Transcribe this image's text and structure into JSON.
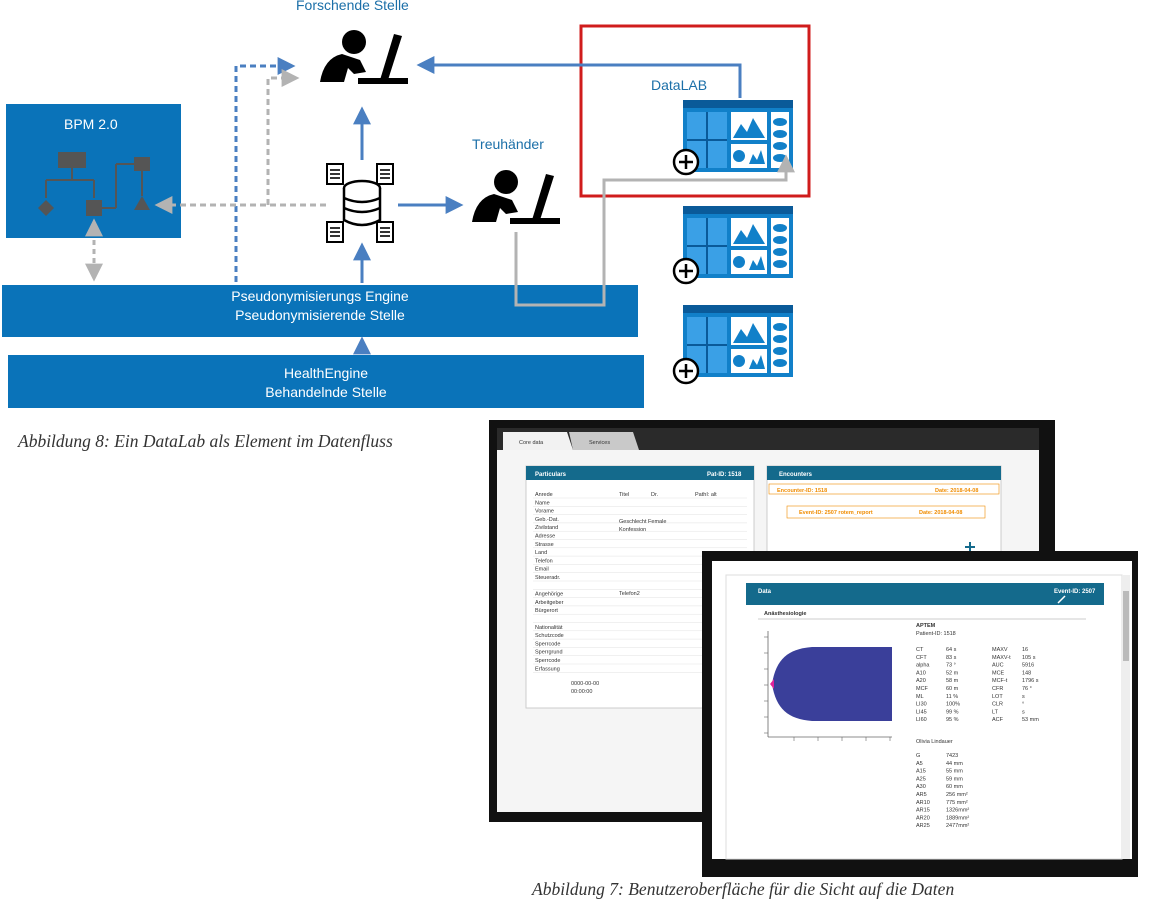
{
  "diagram": {
    "forschende_label": "Forschende Stelle",
    "treuhaender_label": "Treuhänder",
    "datalab_label": "DataLAB",
    "bpm_label": "BPM 2.0",
    "pseudo_line1": "Pseudonymisierungs Engine",
    "pseudo_line2": "Pseudonymisierende Stelle",
    "health_line1": "HealthEngine",
    "health_line2": "Behandelnde Stelle"
  },
  "captions": {
    "fig8": "Abbildung 8: Ein DataLab als Element im Datenfluss",
    "fig7": "Abbildung 7: Benutzeroberfläche für die Sicht auf die Daten"
  },
  "screen1": {
    "tab_core": "Core data",
    "tab_services": "Services",
    "particulars_title": "Particulars",
    "pat_id": "Pat-ID: 1518",
    "encounters_title": "Encounters",
    "encounter_id": "Encounter-ID: 1518",
    "encounter_date": "Date: 2018-04-08",
    "event_id": "Event-ID: 2507   rotem_report",
    "event_date": "Date: 2018-04-08",
    "rows": [
      "Anrede",
      "Name",
      "Vorame",
      "Geb.-Dat.",
      "Zivilstand",
      "Adresse",
      "Strasse",
      "Land",
      "Telefon",
      "Email",
      "Steueradr.",
      "",
      "Angehörige",
      "Arbeitgeber",
      "Bürgerort",
      "",
      "Nationalität",
      "Schutzcode",
      "Sperrcode",
      "Sperrgrund",
      "Sperrcode",
      "Erfassung"
    ],
    "titel": "Titel",
    "dr": "Dr.",
    "pathi": "PathI: alt",
    "geschlecht": "Geschlecht  Female",
    "konfession": "Konfession",
    "telefon2": "Telefon2",
    "erfassung_val": "0000-00-00",
    "erfassung_time": "00:00:00"
  },
  "screen2": {
    "data_title": "Data",
    "event_id": "Event-ID: 2507",
    "section": "Anästhesiologie",
    "aptem": "APTEM",
    "patient_id": "Patient-ID: 1518",
    "metrics_left": [
      [
        "CT",
        "64 s"
      ],
      [
        "CFT",
        "83 s"
      ],
      [
        "alpha",
        "73 °"
      ],
      [
        "A10",
        "52 m"
      ],
      [
        "A20",
        "58 m"
      ],
      [
        "MCF",
        "60 m"
      ],
      [
        "ML",
        "11 %"
      ],
      [
        "LI30",
        "100%"
      ],
      [
        "LI45",
        "99 %"
      ],
      [
        "LI60",
        "95 %"
      ]
    ],
    "metrics_right": [
      [
        "MAXV",
        "16"
      ],
      [
        "MAXV-t",
        "105 s"
      ],
      [
        "AUC",
        "5916"
      ],
      [
        "MCE",
        "148"
      ],
      [
        "MCF-t",
        "1796 s"
      ],
      [
        "CFR",
        "76 °"
      ],
      [
        "LOT",
        "s"
      ],
      [
        "CLR",
        "°"
      ],
      [
        "LT",
        "s"
      ],
      [
        "ACF",
        "53 mm"
      ]
    ],
    "person": "Olivia Lindauer",
    "metrics_lower": [
      [
        "G",
        "7423"
      ],
      [
        "A5",
        "44 mm"
      ],
      [
        "A15",
        "55 mm"
      ],
      [
        "A25",
        "59 mm"
      ],
      [
        "A30",
        "60 mm"
      ],
      [
        "AR5",
        "256 mm²"
      ],
      [
        "AR10",
        "775 mm²"
      ],
      [
        "AR15",
        "1326mm²"
      ],
      [
        "AR20",
        "1889mm²"
      ],
      [
        "AR25",
        "2477mm²"
      ]
    ]
  },
  "colors": {
    "diagram_blue": "#0a73b9",
    "arrow_blue": "#4a7fc1",
    "arrow_gray": "#b3b3b3",
    "highlight_red": "#d01c1c",
    "ui_header": "#146a8c",
    "ui_orange": "#f08c00",
    "curve_blue": "#3a3f9a"
  }
}
